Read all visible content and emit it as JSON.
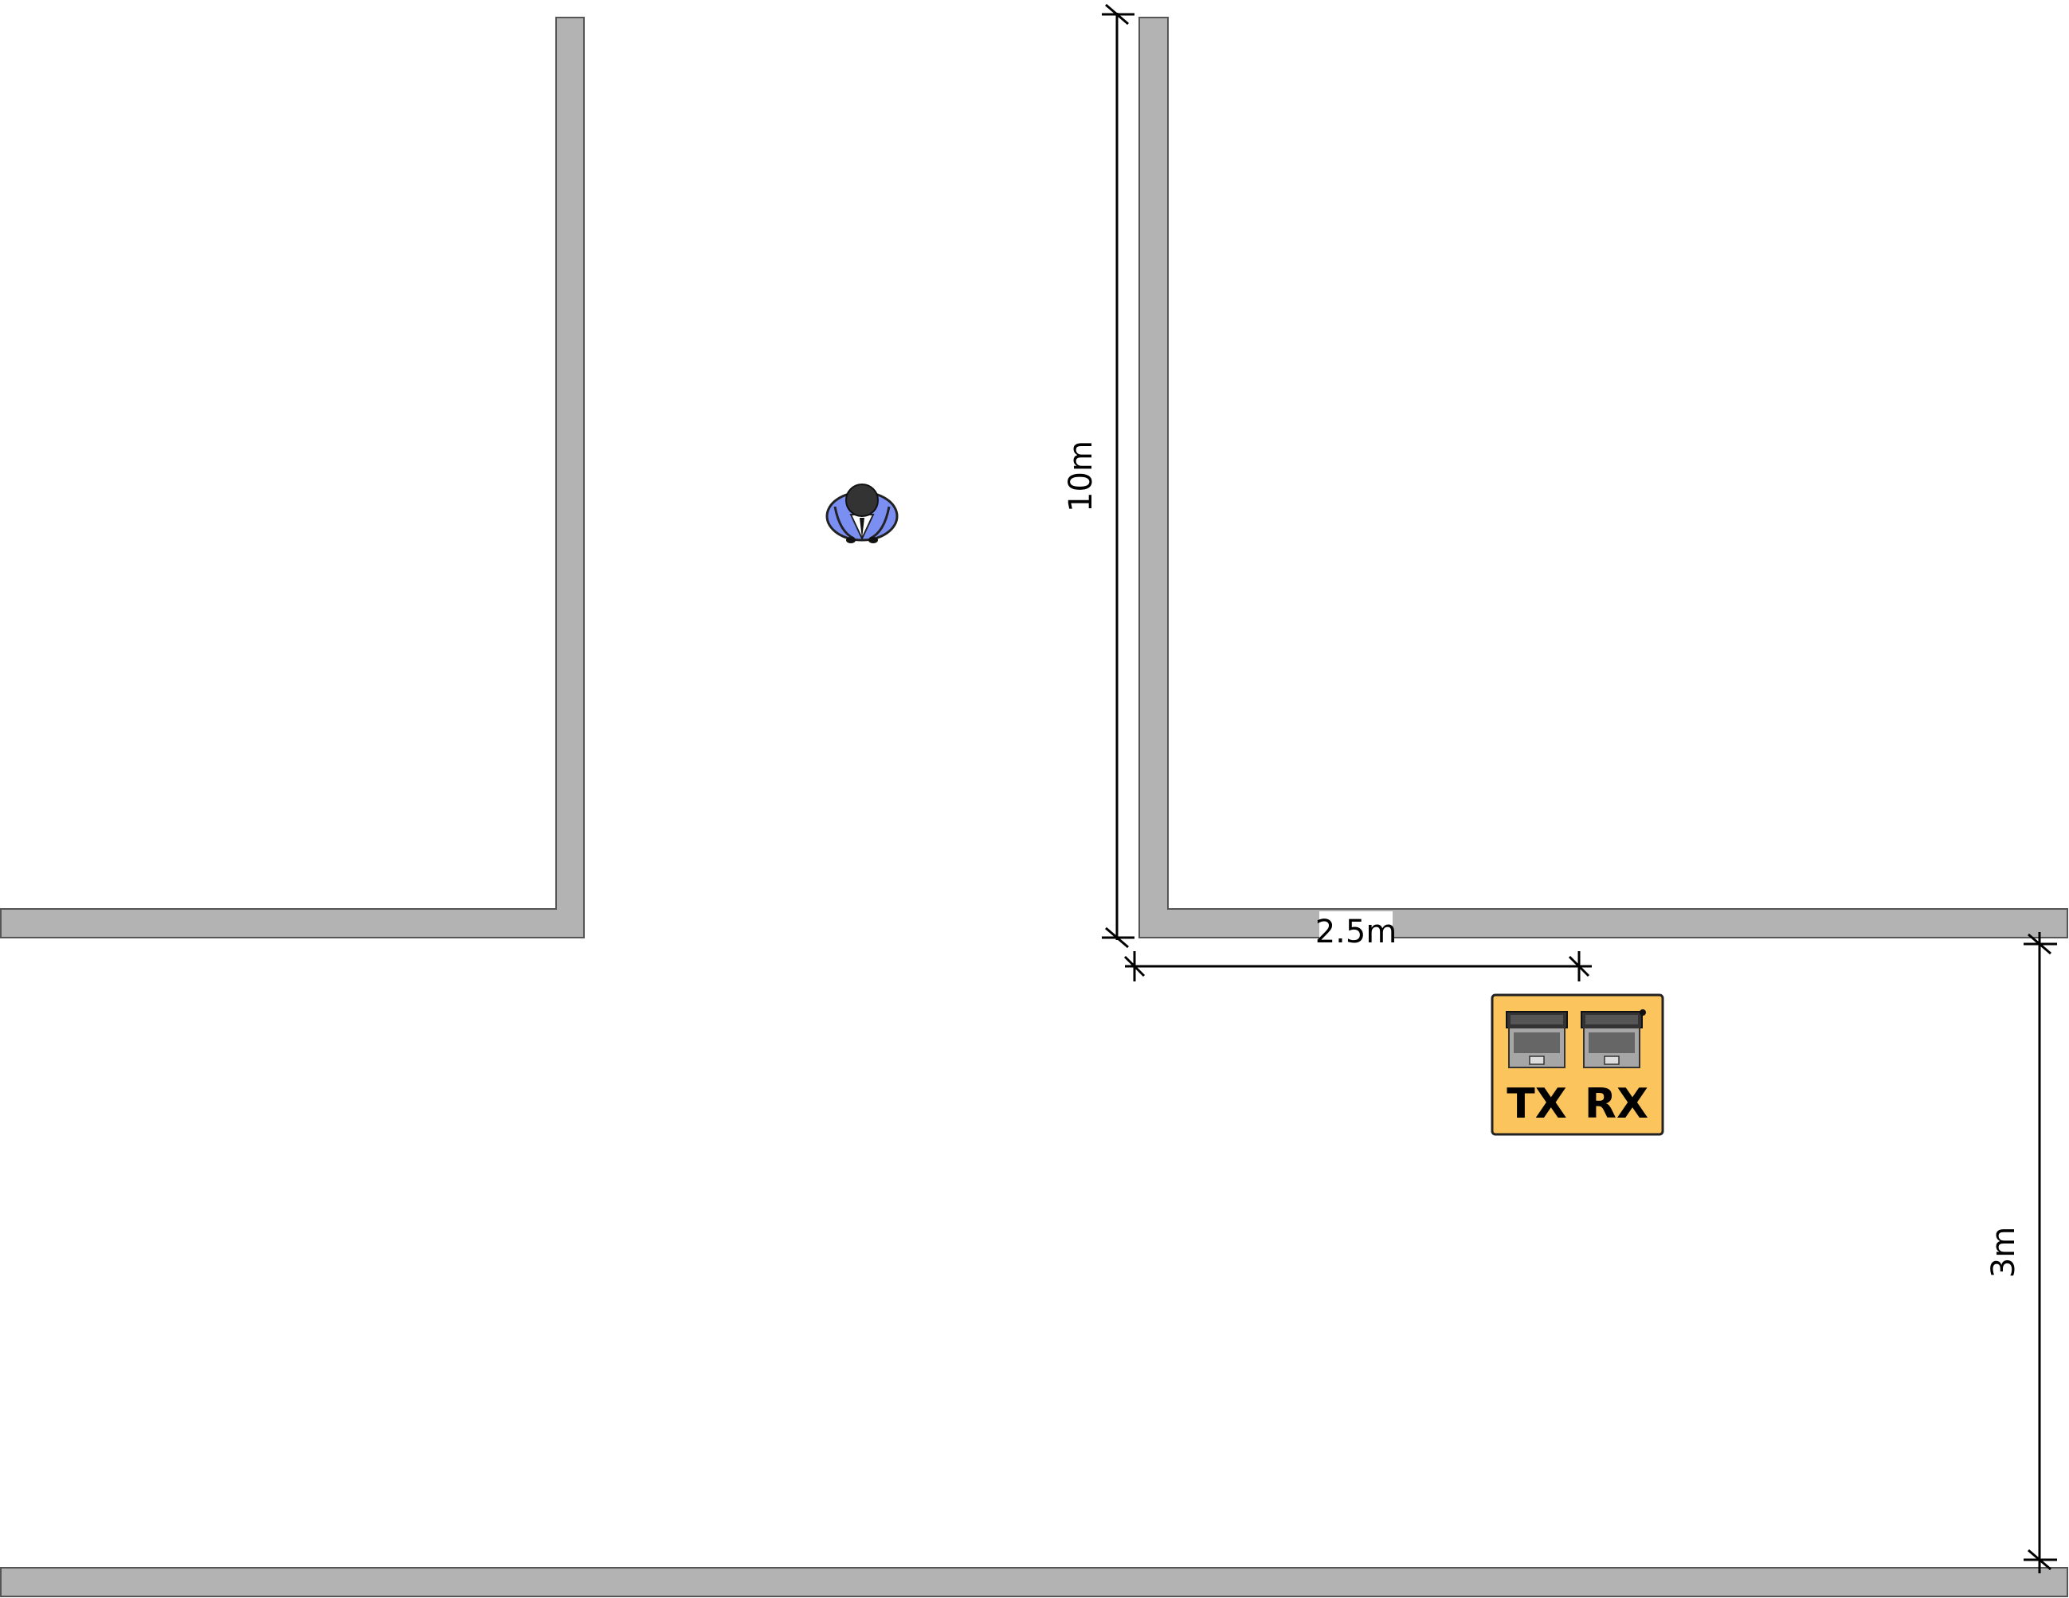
{
  "colors": {
    "wall_fill": "#b3b3b3",
    "wall_stroke": "#555555",
    "dimension_line": "#000000",
    "device_panel": "#fbc45c",
    "person_shirt": "#7b8ff2",
    "person_hair": "#333333",
    "laptop_body": "#a6a6a6"
  },
  "icons": {
    "person": "person-top-view-icon",
    "laptop": "laptop-icon"
  },
  "dimensions": {
    "corridor_length": "10m",
    "device_offset": "2.5m",
    "corridor_width": "3m"
  },
  "devices": {
    "tx_label": "TX",
    "rx_label": "RX"
  }
}
